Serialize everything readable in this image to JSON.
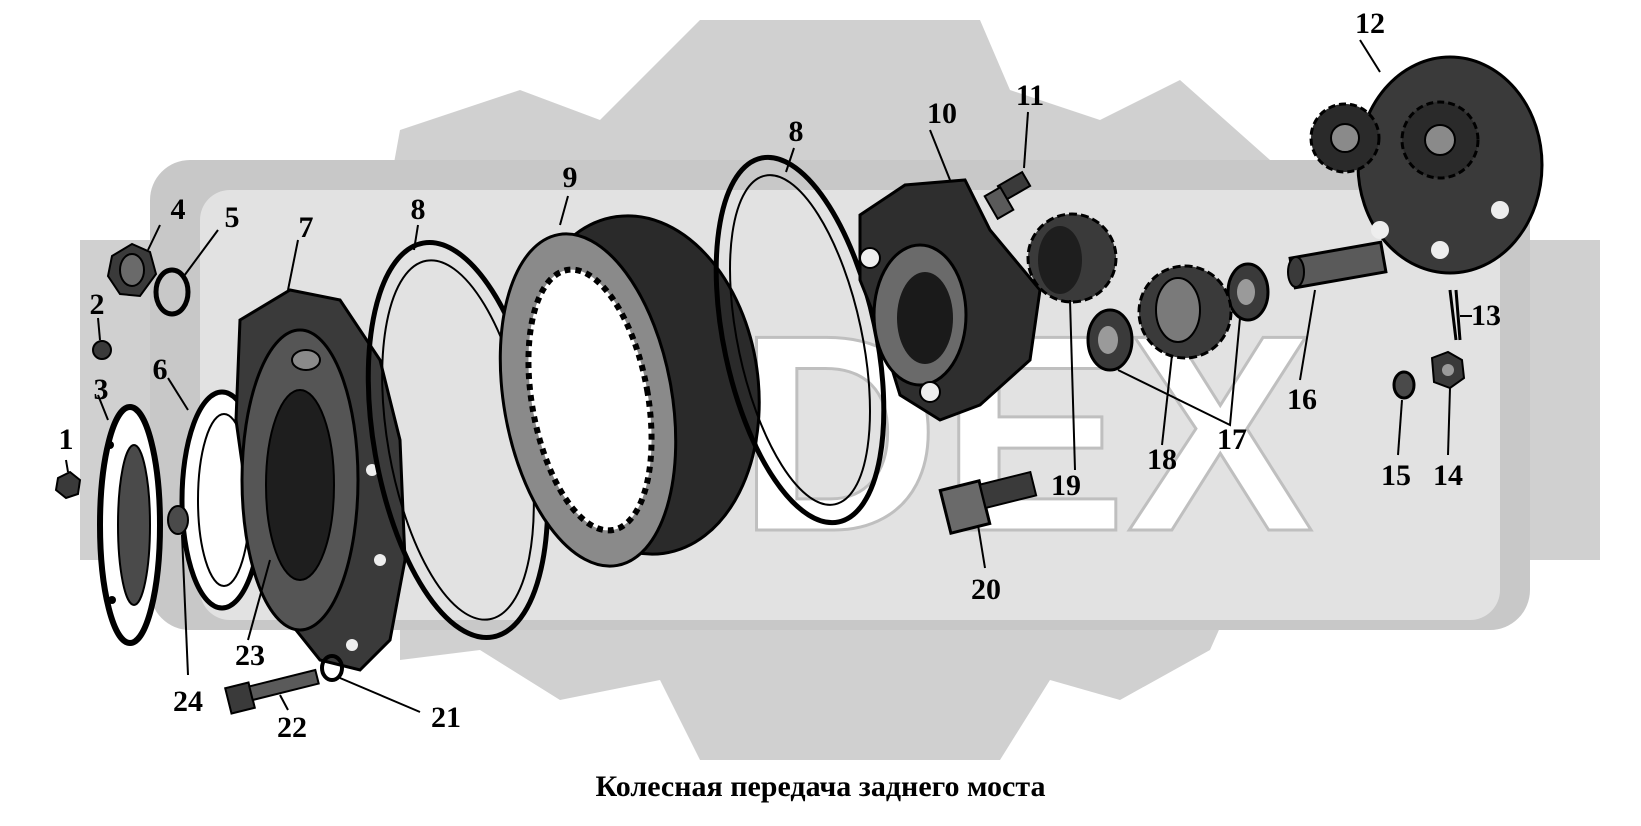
{
  "caption": "Колесная передача заднего моста",
  "colors": {
    "watermark": "#c8c8c8",
    "watermark_inner": "#dcdcdc",
    "ink": "#000000",
    "part_fill": "#2a2a2a",
    "part_mid": "#7a7a7a",
    "paper": "#ffffff"
  },
  "callouts": {
    "p1": "1",
    "p2": "2",
    "p3": "3",
    "p4": "4",
    "p5": "5",
    "p6": "6",
    "p7": "7",
    "p8a": "8",
    "p8b": "8",
    "p9": "9",
    "p10": "10",
    "p11": "11",
    "p12": "12",
    "p13": "13",
    "p14": "14",
    "p15": "15",
    "p16": "16",
    "p17": "17",
    "p18": "18",
    "p19": "19",
    "p20": "20",
    "p21": "21",
    "p22": "22",
    "p23": "23",
    "p24": "24"
  }
}
